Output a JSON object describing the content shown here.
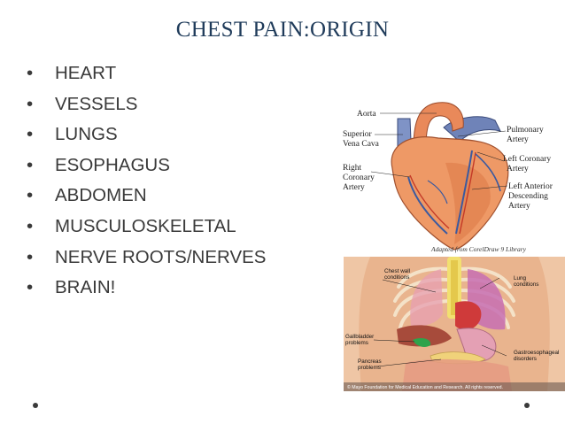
{
  "slide": {
    "title": "CHEST PAIN:ORIGIN",
    "bullet_glyph": "•",
    "bullets": [
      "HEART",
      "VESSELS",
      "LUNGS",
      "ESOPHAGUS",
      "ABDOMEN",
      "MUSCULOSKELETAL",
      "NERVE ROOTS/NERVES",
      "BRAIN!"
    ]
  },
  "heart_figure": {
    "labels": {
      "aorta": "Aorta",
      "superior_vena_cava_1": "Superior",
      "superior_vena_cava_2": "Vena Cava",
      "right_coronary_1": "Right",
      "right_coronary_2": "Coronary",
      "right_coronary_3": "Artery",
      "pulmonary_1": "Pulmonary",
      "pulmonary_2": "Artery",
      "left_coronary_1": "Left Coronary",
      "left_coronary_2": "Artery",
      "lad_1": "Left Anterior",
      "lad_2": "Descending",
      "lad_3": "Artery"
    },
    "credit": "Adapted from CorelDraw 9 Library"
  },
  "torso_figure": {
    "labels": {
      "chest_wall_1": "Chest wall",
      "chest_wall_2": "conditions",
      "lung_1": "Lung",
      "lung_2": "conditions",
      "gallbladder_1": "Gallbladder",
      "gallbladder_2": "problems",
      "pancreas_1": "Pancreas",
      "pancreas_2": "problems",
      "gastro_1": "Gastroesophageal",
      "gastro_2": "disorders"
    },
    "copyright": "© Mayo Foundation for Medical Education and Research. All rights reserved."
  }
}
